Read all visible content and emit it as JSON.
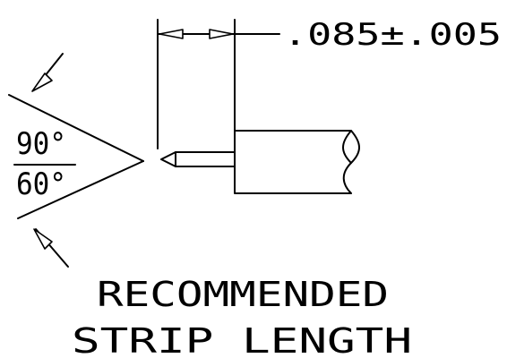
{
  "dimension": {
    "strip_length_tolerance": ".085±.005"
  },
  "angle": {
    "upper": "90°",
    "lower": "60°"
  },
  "caption": {
    "line1": "RECOMMENDED",
    "line2": "STRIP LENGTH"
  },
  "colors": {
    "line": "#000000",
    "background": "#ffffff"
  }
}
